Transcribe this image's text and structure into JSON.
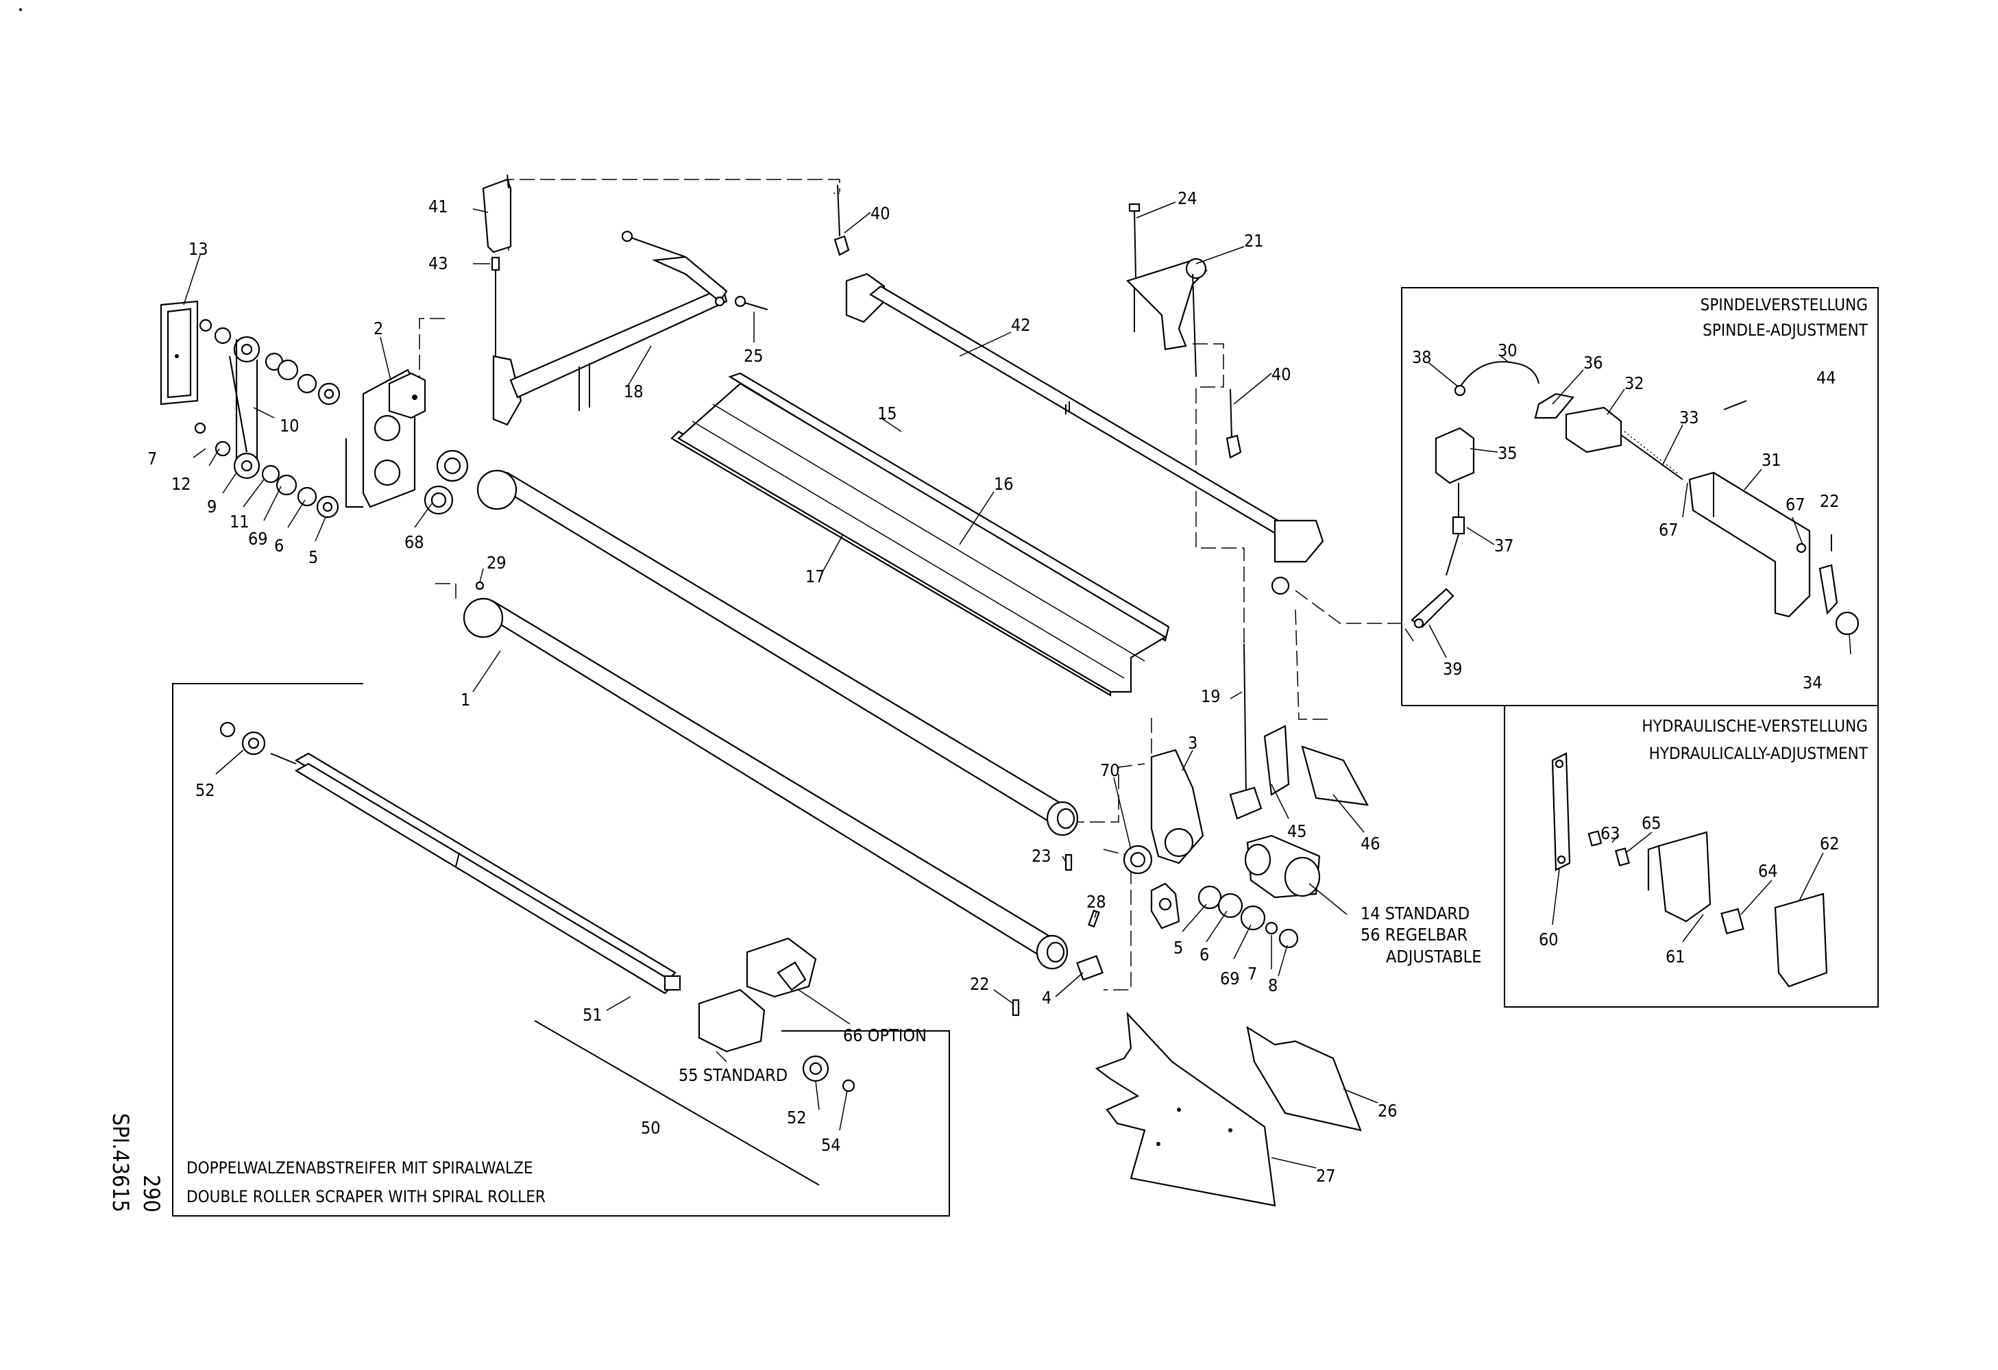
{
  "drawing": {
    "ref": "SPI.43615",
    "page": "290"
  },
  "labels": [
    {
      "id": "n1",
      "text": "1"
    },
    {
      "id": "n2",
      "text": "2"
    },
    {
      "id": "n3",
      "text": "3"
    },
    {
      "id": "n4",
      "text": "4"
    },
    {
      "id": "n5a",
      "text": "5"
    },
    {
      "id": "n5b",
      "text": "5"
    },
    {
      "id": "n6a",
      "text": "6"
    },
    {
      "id": "n6b",
      "text": "6"
    },
    {
      "id": "n7a",
      "text": "7"
    },
    {
      "id": "n7b",
      "text": "7"
    },
    {
      "id": "n8",
      "text": "8"
    },
    {
      "id": "n9",
      "text": "9"
    },
    {
      "id": "n10",
      "text": "10"
    },
    {
      "id": "n11",
      "text": "11"
    },
    {
      "id": "n12",
      "text": "12"
    },
    {
      "id": "n13",
      "text": "13"
    },
    {
      "id": "n15",
      "text": "15"
    },
    {
      "id": "n16",
      "text": "16"
    },
    {
      "id": "n17",
      "text": "17"
    },
    {
      "id": "n18",
      "text": "18"
    },
    {
      "id": "n19",
      "text": "19"
    },
    {
      "id": "n21",
      "text": "21"
    },
    {
      "id": "n22a",
      "text": "22"
    },
    {
      "id": "n22b",
      "text": "22"
    },
    {
      "id": "n23",
      "text": "23"
    },
    {
      "id": "n24",
      "text": "24"
    },
    {
      "id": "n25",
      "text": "25"
    },
    {
      "id": "n26",
      "text": "26"
    },
    {
      "id": "n27",
      "text": "27"
    },
    {
      "id": "n28",
      "text": "28"
    },
    {
      "id": "n29",
      "text": "29"
    },
    {
      "id": "n30",
      "text": "30"
    },
    {
      "id": "n31",
      "text": "31"
    },
    {
      "id": "n32",
      "text": "32"
    },
    {
      "id": "n33",
      "text": "33"
    },
    {
      "id": "n34",
      "text": "34"
    },
    {
      "id": "n35",
      "text": "35"
    },
    {
      "id": "n36",
      "text": "36"
    },
    {
      "id": "n37",
      "text": "37"
    },
    {
      "id": "n38",
      "text": "38"
    },
    {
      "id": "n39",
      "text": "39"
    },
    {
      "id": "n40a",
      "text": "40"
    },
    {
      "id": "n40b",
      "text": "40"
    },
    {
      "id": "n41",
      "text": "41"
    },
    {
      "id": "n42",
      "text": "42"
    },
    {
      "id": "n43",
      "text": "43"
    },
    {
      "id": "n44",
      "text": "44"
    },
    {
      "id": "n45",
      "text": "45"
    },
    {
      "id": "n46",
      "text": "46"
    },
    {
      "id": "n50",
      "text": "50"
    },
    {
      "id": "n51",
      "text": "51"
    },
    {
      "id": "n52a",
      "text": "52"
    },
    {
      "id": "n52b",
      "text": "52"
    },
    {
      "id": "n54",
      "text": "54"
    },
    {
      "id": "n60",
      "text": "60"
    },
    {
      "id": "n61",
      "text": "61"
    },
    {
      "id": "n62",
      "text": "62"
    },
    {
      "id": "n63",
      "text": "63"
    },
    {
      "id": "n64",
      "text": "64"
    },
    {
      "id": "n65",
      "text": "65"
    },
    {
      "id": "n67a",
      "text": "67"
    },
    {
      "id": "n67b",
      "text": "67"
    },
    {
      "id": "n68",
      "text": "68"
    },
    {
      "id": "n69a",
      "text": "69"
    },
    {
      "id": "n69b",
      "text": "69"
    },
    {
      "id": "n70",
      "text": "70"
    }
  ],
  "callouts": {
    "std14": "14 STANDARD",
    "reg56": "56 REGELBAR",
    "adj56": "ADJUSTABLE",
    "std55": "55 STANDARD",
    "opt66": "66 OPTION"
  },
  "boxes": {
    "spindle_de": "SPINDELVERSTELLUNG",
    "spindle_en": "SPINDLE-ADJUSTMENT",
    "hydraulic_de": "HYDRAULISCHE-VERSTELLUNG",
    "hydraulic_en": "HYDRAULICALLY-ADJUSTMENT",
    "scraper_de": "DOPPELWALZENABSTREIFER MIT SPIRALWALZE",
    "scraper_en": "DOUBLE ROLLER SCRAPER WITH SPIRAL ROLLER"
  }
}
